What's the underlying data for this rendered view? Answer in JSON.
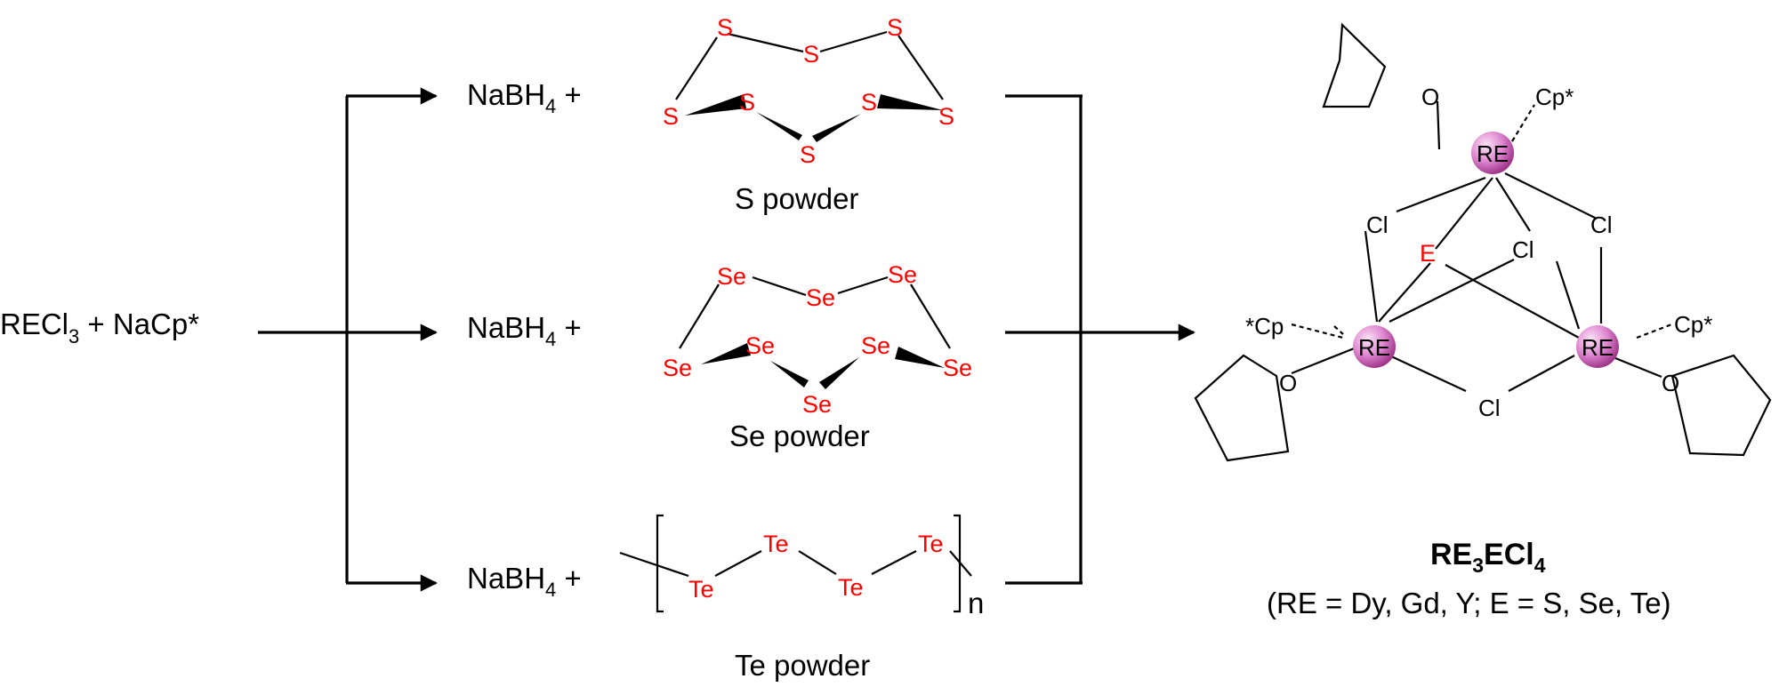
{
  "reactant": {
    "main": "RECl",
    "sub": "3",
    "rest": " + NaCp*"
  },
  "reagent": {
    "main": "NaBH",
    "sub": "4",
    "plus": " +"
  },
  "sources": [
    {
      "caption": "S powder",
      "atom": "S"
    },
    {
      "caption": "Se powder",
      "atom": "Se"
    },
    {
      "caption": "Te powder",
      "atom": "Te",
      "repeat_label": "n"
    }
  ],
  "product": {
    "metal": "RE",
    "chalcogen": "E",
    "halide": "Cl",
    "donor": "O",
    "cp_right": "Cp*",
    "cp_left": "*Cp",
    "formula": {
      "part1": "RE",
      "sub1": "3",
      "part2": "ECl",
      "sub2": "4"
    },
    "note": "(RE = Dy, Gd, Y; E = S, Se, Te)"
  },
  "colors": {
    "chalcogen": "#ff0000",
    "metal_sphere_light": "#f6c8ee",
    "metal_sphere_dark": "#a0358a",
    "ink": "#000000"
  }
}
